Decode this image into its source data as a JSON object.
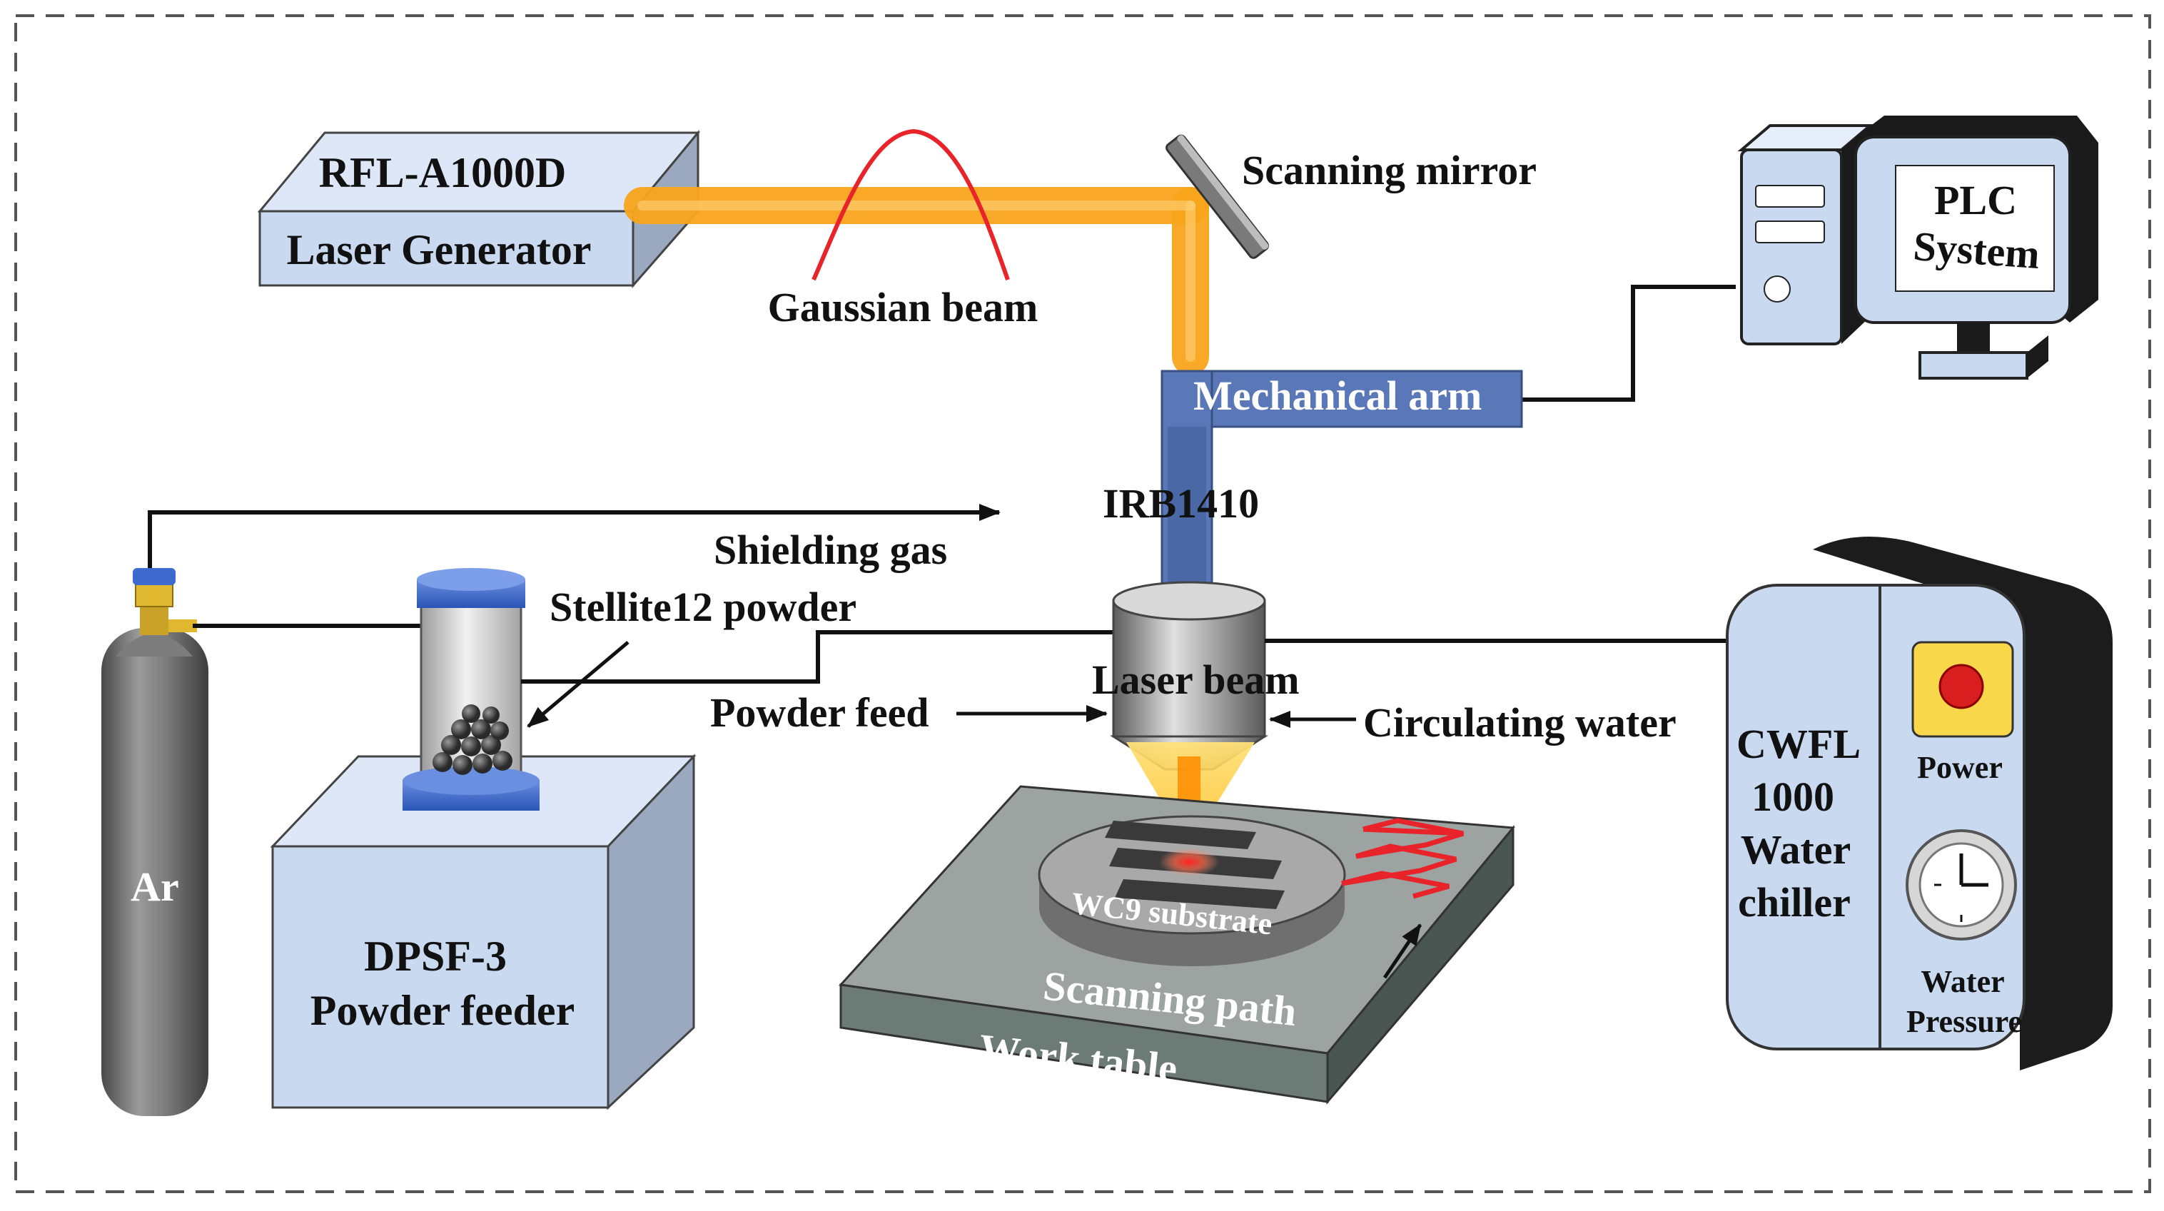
{
  "colors": {
    "beam": "#f9a51c",
    "box_fill": "#c9d9f0",
    "box_side": "#9aa9c0",
    "arm": "#5a78b8",
    "gas_cylinder": "#6e6e6e",
    "table": "#8a9590",
    "scan_path": "#e8232a",
    "powder": "#3d3d3d",
    "frame": "#555555"
  },
  "labels": {
    "laser_model": "RFL-A1000D",
    "laser_generator": "Laser Generator",
    "gaussian_beam": "Gaussian beam",
    "scanning_mirror": "Scanning mirror",
    "plc_line1": "PLC",
    "plc_line2": "System",
    "mechanical_arm": "Mechanical arm",
    "robot_model": "IRB1410",
    "shielding_gas": "Shielding gas",
    "stellite_powder": "Stellite12 powder",
    "powder_feed": "Powder feed",
    "laser_beam": "Laser beam",
    "circulating_water": "Circulating water",
    "gas": "Ar",
    "feeder_model": "DPSF-3",
    "feeder_name": "Powder feeder",
    "substrate": "WC9 substrate",
    "scanning_path": "Scanning path",
    "work_table": "Work table",
    "chiller_line1": "CWFL",
    "chiller_line2": "1000",
    "chiller_line3": "Water",
    "chiller_line4": "chiller",
    "power": "Power",
    "water_pressure_line1": "Water",
    "water_pressure_line2": "Pressure"
  }
}
